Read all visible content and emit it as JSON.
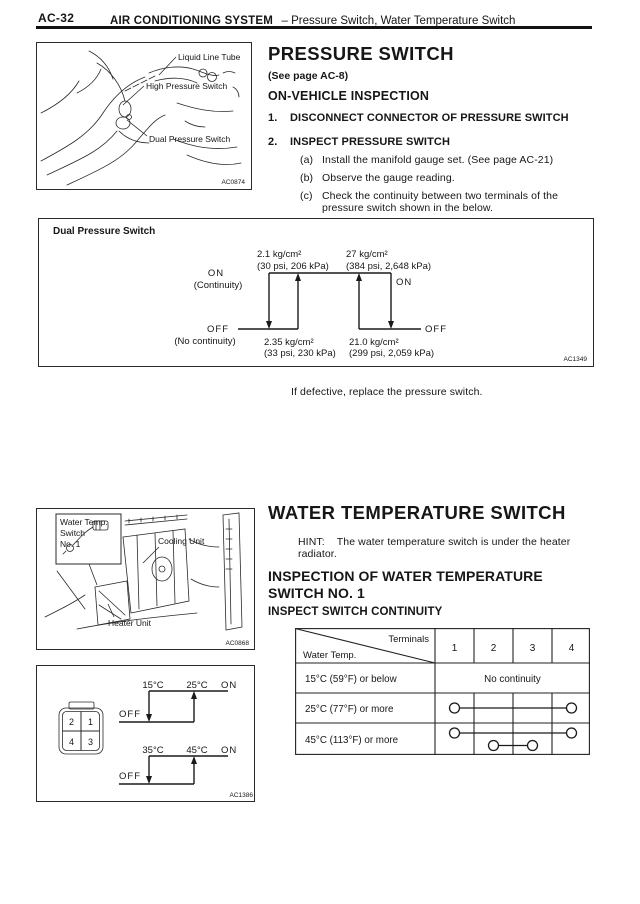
{
  "header": {
    "page_code": "AC-32",
    "title": "AIR CONDITIONING SYSTEM",
    "subtitle": "– Pressure Switch, Water Temperature Switch"
  },
  "pressure": {
    "heading": "PRESSURE SWITCH",
    "see_page": "(See page AC-8)",
    "on_vehicle_heading": "ON-VEHICLE INSPECTION",
    "steps": [
      {
        "num": "1.",
        "text": "DISCONNECT CONNECTOR OF PRESSURE SWITCH"
      },
      {
        "num": "2.",
        "text": "INSPECT PRESSURE SWITCH"
      }
    ],
    "substeps": [
      {
        "num": "(a)",
        "text": "Install the manifold gauge set. (See page AC-21)"
      },
      {
        "num": "(b)",
        "text": "Observe the gauge reading."
      },
      {
        "num": "(c)",
        "text": "Check the continuity between two terminals of the pressure switch shown in the below."
      }
    ],
    "defective_note": "If defective, replace the pressure switch."
  },
  "fig_engine": {
    "label_tube": "Liquid Line Tube",
    "label_high": "High Pressure Switch",
    "label_dual": "Dual Pressure Switch",
    "code": "AC0874"
  },
  "pressure_chart": {
    "title": "Dual Pressure Switch",
    "on_label": "ON",
    "on_sub": "(Continuity)",
    "off_label": "OFF",
    "off_sub": "(No continuity)",
    "on_right": "ON",
    "off_right": "OFF",
    "low_cut_val": "2.1 kg/cm²",
    "low_cut_sub": "(30 psi, 206 kPa)",
    "high_cut_val": "27 kg/cm²",
    "high_cut_sub": "(384 psi, 2,648 kPa)",
    "low_on_val": "2.35 kg/cm²",
    "low_on_sub": "(33 psi, 230 kPa)",
    "high_on_val": "21.0 kg/cm²",
    "high_on_sub": "(299 psi, 2,059 kPa)",
    "code": "AC1349"
  },
  "water": {
    "heading": "WATER TEMPERATURE SWITCH",
    "hint_label": "HINT:",
    "hint_text": "The water temperature switch is under the heater radiator.",
    "inspection_heading": "INSPECTION OF WATER TEMPERATURE SWITCH NO. 1",
    "inspect_continuity": "INSPECT SWITCH CONTINUITY"
  },
  "fig_heater": {
    "label_switch_l1": "Water Temp.",
    "label_switch_l2": "Switch",
    "label_switch_l3": "No. 1",
    "label_cooling": "Cooling Unit",
    "label_heater": "Heater Unit",
    "code": "AC0868"
  },
  "continuity_table": {
    "corner_top": "Terminals",
    "corner_bottom": "Water Temp.",
    "columns": [
      "1",
      "2",
      "3",
      "4"
    ],
    "rows": [
      {
        "label": "15°C (59°F) or below",
        "result": "No continuity",
        "connections": []
      },
      {
        "label": "25°C (77°F) or more",
        "result": "",
        "connections": [
          [
            1,
            4
          ]
        ]
      },
      {
        "label": "45°C (113°F) or more",
        "result": "",
        "connections": [
          [
            1,
            4
          ],
          [
            2,
            3
          ]
        ]
      }
    ]
  },
  "temp_chart": {
    "pins": [
      "2",
      "1",
      "4",
      "3"
    ],
    "charts": [
      {
        "off_temp": "15°C",
        "on_temp": "25°C",
        "on": "ON",
        "off": "OFF"
      },
      {
        "off_temp": "35°C",
        "on_temp": "45°C",
        "on": "ON",
        "off": "OFF"
      }
    ],
    "code": "AC1386"
  }
}
